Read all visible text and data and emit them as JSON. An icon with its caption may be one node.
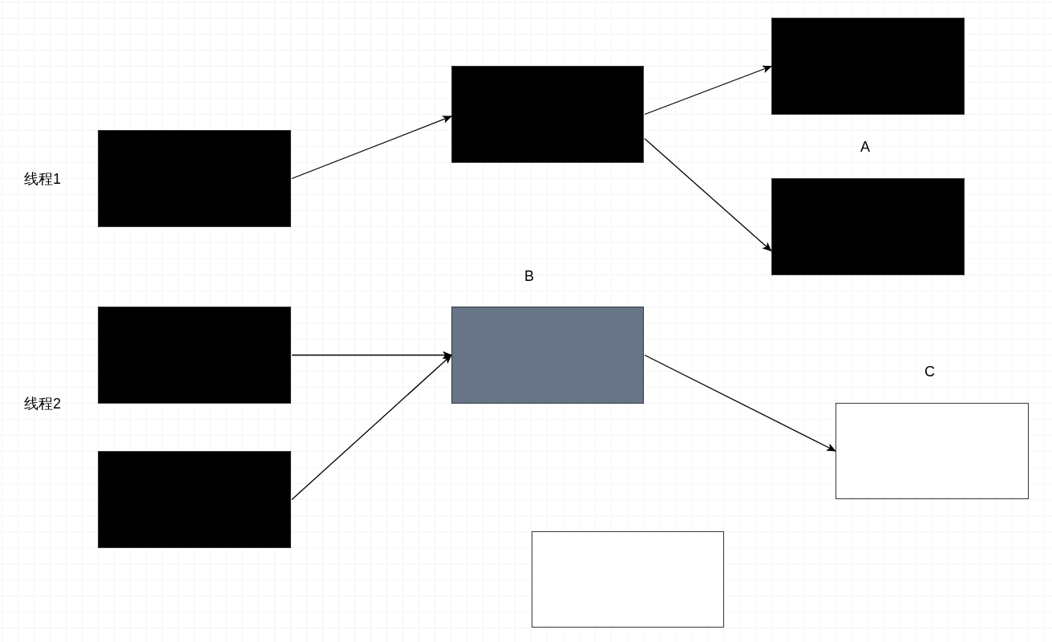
{
  "diagram": {
    "nodes": [
      {
        "text": [],
        "shape": "box"
      },
      {
        "text": [],
        "shape": "box"
      },
      {
        "text": [],
        "shape": "box"
      },
      {
        "text": [],
        "shape": "box"
      },
      {
        "text": [],
        "shape": "box"
      },
      {
        "text": [],
        "shape": "box"
      },
      {
        "text": [],
        "shape": "box"
      },
      {
        "text": [],
        "shape": "box"
      },
      {
        "text": [],
        "shape": "box"
      }
    ],
    "edges": [
      {
        "from": 0,
        "to": 1,
        "arrow": "to"
      },
      {
        "from": 1,
        "to": 2,
        "arrow": "to"
      },
      {
        "from": 1,
        "to": 3,
        "arrow": "to"
      },
      {
        "from": 4,
        "to": 6,
        "arrow": "to"
      },
      {
        "from": 5,
        "to": 6,
        "arrow": "to"
      },
      {
        "from": 6,
        "to": 7,
        "arrow": "to"
      }
    ],
    "labels": [
      "线程1",
      "A",
      "B",
      "C",
      "线程2"
    ]
  }
}
